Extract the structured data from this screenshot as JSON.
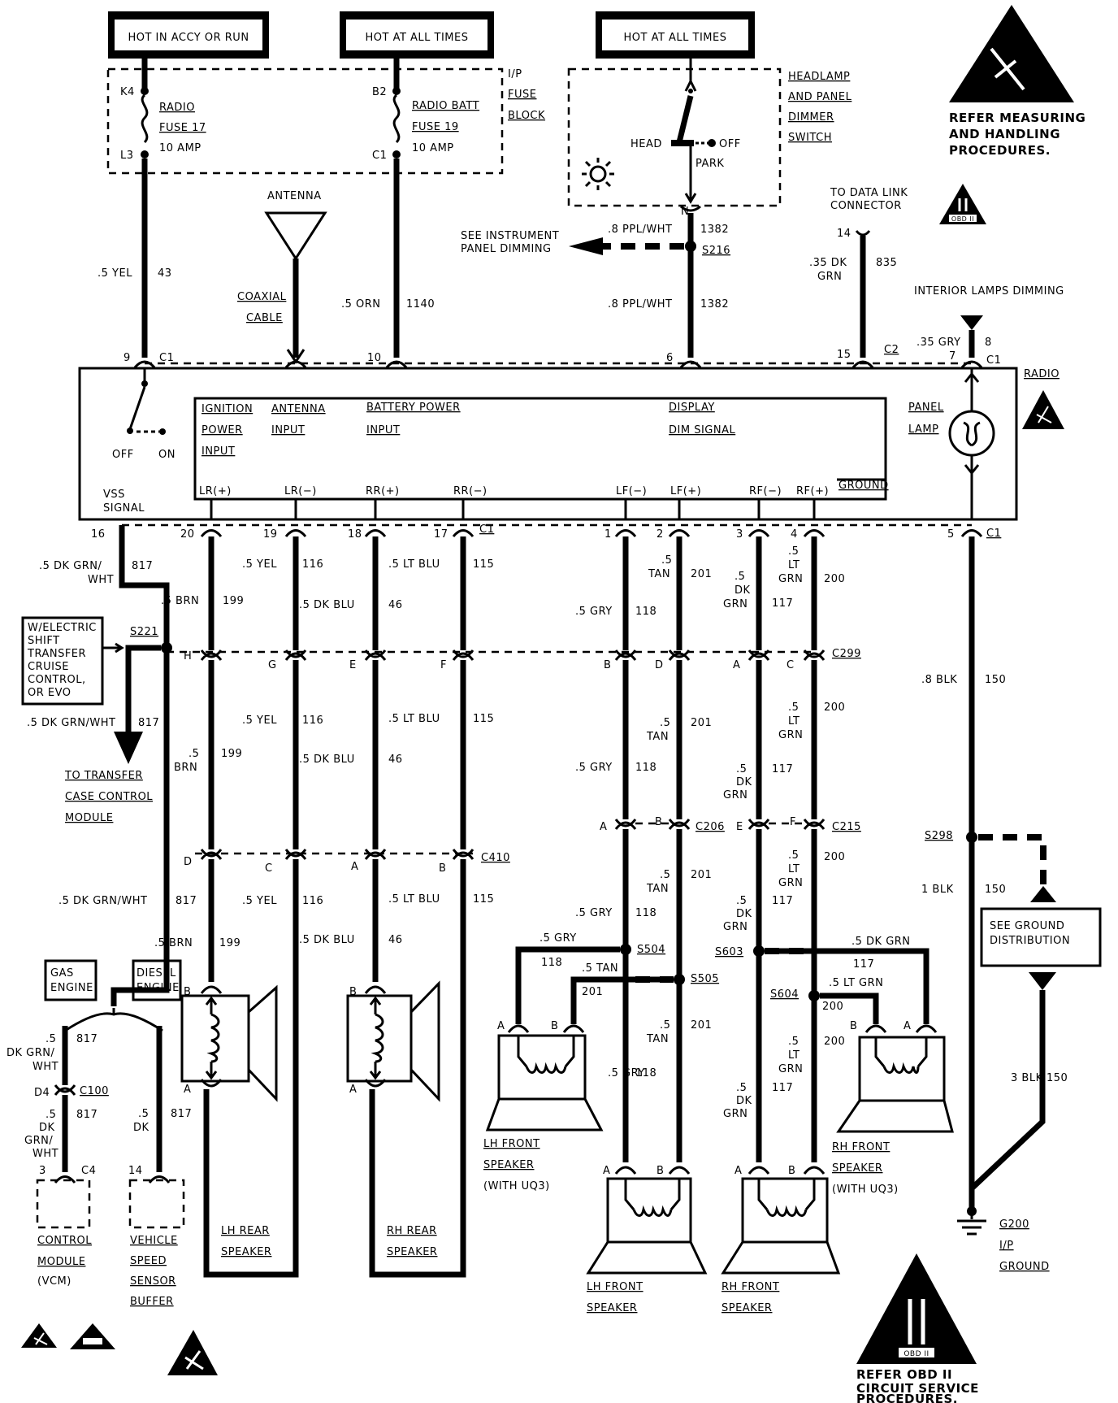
{
  "top_bars": {
    "hot_accy_run": "HOT IN ACCY OR RUN",
    "hot_all_times_1": "HOT AT ALL TIMES",
    "hot_all_times_2": "HOT AT ALL TIMES"
  },
  "fuse_block": {
    "label_line1": "I/P",
    "label_line2": "FUSE",
    "label_line3": "BLOCK",
    "radio_fuse": {
      "pin_top": "K4",
      "pin_bottom": "L3",
      "name": "RADIO",
      "fuse": "FUSE 17",
      "amp": "10 AMP"
    },
    "batt_fuse": {
      "pin_top": "B2",
      "pin_bottom": "C1",
      "name": "RADIO BATT",
      "fuse": "FUSE 19",
      "amp": "10 AMP"
    }
  },
  "headlamp_switch": {
    "label_line1": "HEADLAMP",
    "label_line2": "AND PANEL",
    "label_line3": "DIMMER",
    "label_line4": "SWITCH",
    "head": "HEAD",
    "off": "OFF",
    "park": "PARK",
    "pin": "N"
  },
  "esd_top_right": {
    "line1": "REFER MEASURING",
    "line2": "AND HANDLING",
    "line3": "PROCEDURES."
  },
  "data_link": {
    "line1": "TO DATA LINK",
    "line2": "CONNECTOR",
    "obd": "OBD II"
  },
  "antenna": {
    "label": "ANTENNA",
    "coax1": "COAXIAL",
    "coax2": "CABLE"
  },
  "dimming": {
    "see1": "SEE INSTRUMENT",
    "see2": "PANEL DIMMING",
    "splice": "S216",
    "interior": "INTERIOR LAMPS DIMMING"
  },
  "wires_top": {
    "yel": ".5 YEL",
    "yel_num": "43",
    "orn": ".5 ORN",
    "orn_num": "1140",
    "ppl1": ".8 PPL/WHT",
    "ppl1_num": "1382",
    "ppl2": ".8 PPL/WHT",
    "ppl2_num": "1382",
    "dkgrn1": ".35 DK",
    "dkgrn2": "GRN",
    "dkgrn_num": "835",
    "gry": ".35 GRY",
    "gry_num": "8"
  },
  "radio_pins_top": {
    "p9": "9",
    "c1a": "C1",
    "p10": "10",
    "p6": "6",
    "p14": "14",
    "p15": "15",
    "c2": "C2",
    "p7": "7",
    "c1b": "C1"
  },
  "radio": {
    "label": "RADIO",
    "off": "OFF",
    "on": "ON",
    "ign1": "IGNITION",
    "ign2": "POWER",
    "ign3": "INPUT",
    "ant1": "ANTENNA",
    "ant2": "INPUT",
    "bat1": "BATTERY POWER",
    "bat2": "INPUT",
    "disp1": "DISPLAY",
    "disp2": "DIM SIGNAL",
    "panel1": "PANEL",
    "panel2": "LAMP",
    "vss1": "VSS",
    "vss2": "SIGNAL",
    "lrp": "LR(+)",
    "lrm": "LR(−)",
    "rrp": "RR(+)",
    "rrm": "RR(−)",
    "lfm": "LF(−)",
    "lfp": "LF(+)",
    "rfm": "RF(−)",
    "rfp": "RF(+)",
    "ground": "GROUND"
  },
  "radio_pins_bottom": {
    "p16": "16",
    "p20": "20",
    "p19": "19",
    "p18": "18",
    "p17": "17",
    "c1": "C1",
    "p1": "1",
    "p2": "2",
    "p3": "3",
    "p4": "4",
    "p5": "5",
    "c1b": "C1"
  },
  "wires_mid": {
    "vss1": ".5 DK GRN/",
    "vss2": "WHT",
    "vss_num": "817",
    "brn": ".5 BRN",
    "brn_num": "199",
    "yel": ".5 YEL",
    "yel_num": "116",
    "dkblu": ".5 DK BLU",
    "dkblu_num": "46",
    "ltblu": ".5 LT BLU",
    "ltblu_num": "115",
    "gry": ".5 GRY",
    "gry_num": "118",
    "tan1": ".5",
    "tan2": "TAN",
    "tan_num": "201",
    "dkgrn1": ".5",
    "dkgrn2": "DK",
    "dkgrn3": "GRN",
    "dkgrn_num": "117",
    "ltgrn1": ".5",
    "ltgrn2": "LT",
    "ltgrn3": "GRN",
    "ltgrn_num": "200",
    "blk": ".8 BLK",
    "blk_num": "150"
  },
  "c299": {
    "name": "C299",
    "h": "H",
    "g": "G",
    "e": "E",
    "f": "F",
    "b": "B",
    "d": "D",
    "a": "A",
    "c": "C"
  },
  "s221": {
    "name": "S221",
    "note1": "W/ELECTRIC",
    "note2": "SHIFT",
    "note3": "TRANSFER",
    "note4": "CRUISE",
    "note5": "CONTROL,",
    "note6": "OR EVO",
    "wire": ".5 DK GRN/WHT",
    "wire_num": "817",
    "to1": "TO TRANSFER",
    "to2": "CASE CONTROL",
    "to3": "MODULE"
  },
  "wires_lower": {
    "yel": ".5 YEL",
    "yel_num": "116",
    "ltblu": ".5 LT BLU",
    "ltblu_num": "115",
    "brn1": ".5",
    "brn2": "BRN",
    "brn_num": "199",
    "dkblu": ".5 DK BLU",
    "dkblu_num": "46",
    "tan1": ".5",
    "tan2": "TAN",
    "tan_num": "201",
    "ltgrn1": ".5",
    "ltgrn2": "LT",
    "ltgrn3": "GRN",
    "ltgrn_num": "200",
    "gry": ".5 GRY",
    "gry_num": "118",
    "dkgrn1": ".5",
    "dkgrn2": "DK",
    "dkgrn3": "GRN",
    "dkgrn_num": "117"
  },
  "c206": {
    "name": "C206",
    "a": "A",
    "b": "B"
  },
  "c215": {
    "name": "C215",
    "e": "E",
    "f": "F"
  },
  "s298": {
    "name": "S298",
    "wire": "1 BLK",
    "wire_num": "150"
  },
  "c410": {
    "name": "C410",
    "d": "D",
    "c": "C",
    "a": "A",
    "b": "B"
  },
  "wires_c410": {
    "vss": ".5 DK GRN/WHT",
    "vss_num": "817",
    "yel": ".5 YEL",
    "yel_num": "116",
    "ltblu": ".5 LT BLU",
    "ltblu_num": "115",
    "brn": ".5 BRN",
    "brn_num": "199",
    "dkblu": ".5 DK BLU",
    "dkblu_num": "46"
  },
  "front_lower": {
    "ltgrn1": ".5",
    "ltgrn2": "LT",
    "ltgrn3": "GRN",
    "ltgrn_num": "200",
    "tan1": ".5",
    "tan2": "TAN",
    "tan_num": "201",
    "gry": ".5 GRY",
    "gry_num": "118",
    "dkgrn1": ".5",
    "dkgrn2": "DK",
    "dkgrn3": "GRN",
    "dkgrn_num": "117"
  },
  "ground_dist": {
    "line1": "SEE GROUND",
    "line2": "DISTRIBUTION"
  },
  "splices": {
    "s504": "S504",
    "s505": "S505",
    "s603": "S603",
    "s604": "S604",
    "s504_wire": ".5 GRY",
    "s504_num": "118",
    "s505_wire": ".5 TAN",
    "s505_num": "201",
    "s603_wire": ".5 DK GRN",
    "s603_num": "117",
    "s604_wire": ".5 LT GRN",
    "s604_num": "200"
  },
  "engine": {
    "gas1": "GAS",
    "gas2": "ENGINE",
    "diesel1": "DIESEL",
    "diesel2": "ENGINE"
  },
  "vcm_wire": {
    "w1": ".5",
    "w2": "DK GRN/",
    "w3": "WHT",
    "num": "817",
    "d4": "D4",
    "c100": "C100",
    "w4": ".5",
    "w5": "DK",
    "w6": "GRN/",
    "w7": "WHT",
    "num2": "817",
    "pin": "3",
    "c4": "C4"
  },
  "vssb_wire": {
    "w1": ".5",
    "w2": "DK",
    "num": "817",
    "pin": "14"
  },
  "modules": {
    "vcm1": "CONTROL",
    "vcm2": "MODULE",
    "vcm3": "(VCM)",
    "vssb1": "VEHICLE",
    "vssb2": "SPEED",
    "vssb3": "SENSOR",
    "vssb4": "BUFFER"
  },
  "speakers": {
    "lh_rear1": "LH REAR",
    "lh_rear2": "SPEAKER",
    "rh_rear1": "RH REAR",
    "rh_rear2": "SPEAKER",
    "lh_front_uq3_1": "LH FRONT",
    "lh_front_uq3_2": "SPEAKER",
    "lh_front_uq3_3": "(WITH UQ3)",
    "rh_front_uq3_1": "RH FRONT",
    "rh_front_uq3_2": "SPEAKER",
    "rh_front_uq3_3": "(WITH UQ3)",
    "lh_front1": "LH FRONT",
    "lh_front2": "SPEAKER",
    "rh_front1": "RH FRONT",
    "rh_front2": "SPEAKER",
    "pin_a": "A",
    "pin_b": "B"
  },
  "ground": {
    "g200": "G200",
    "ip": "I/P",
    "ground": "GROUND",
    "blk3": "3 BLK",
    "blk3_num": "150"
  },
  "obd_bottom": {
    "line1": "REFER OBD II",
    "line2": "CIRCUIT SERVICE",
    "line3": "PROCEDURES.",
    "badge": "OBD II"
  }
}
